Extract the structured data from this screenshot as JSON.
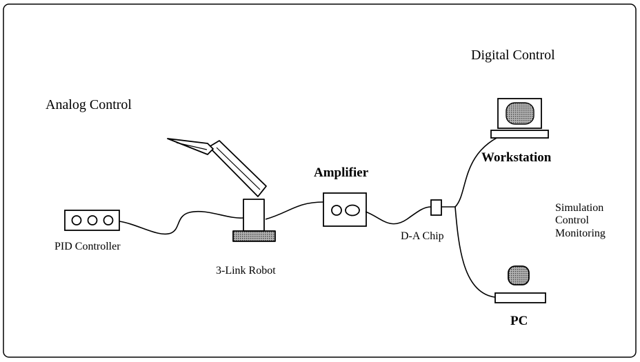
{
  "diagram": {
    "labels": {
      "analog_control": "Analog Control",
      "digital_control": "Digital Control",
      "amplifier": "Amplifier",
      "workstation": "Workstation",
      "pc": "PC",
      "pid_controller": "PID Controller",
      "robot": "3-Link Robot",
      "da_chip": "D-A Chip",
      "sim_lines": [
        "Simulation",
        "Control",
        "Monitoring"
      ]
    },
    "colors": {
      "ink": "#000000",
      "background": "#ffffff",
      "hatch": "#8c8c8c"
    }
  }
}
